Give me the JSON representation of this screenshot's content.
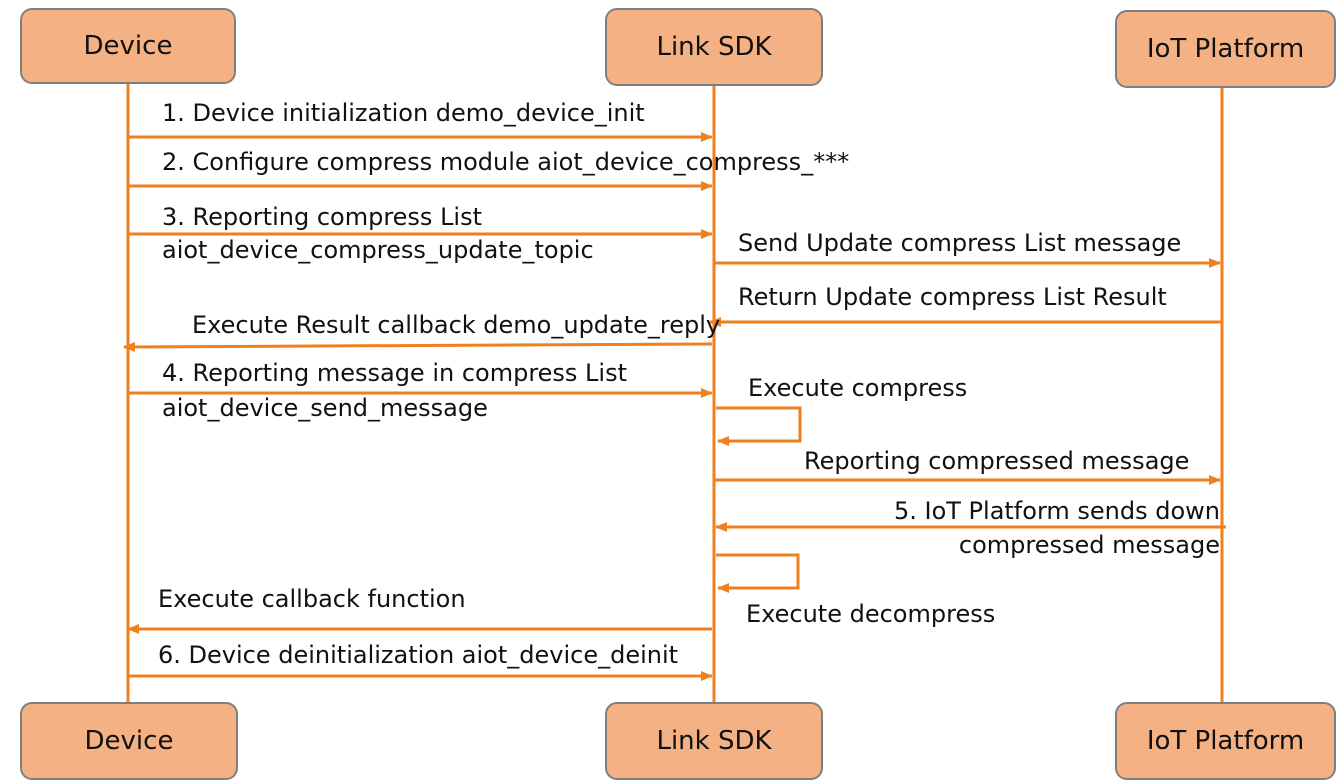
{
  "participants": {
    "device": "Device",
    "sdk": "Link SDK",
    "platform": "IoT Platform"
  },
  "messages": {
    "m1": "1. Device initialization demo_device_init",
    "m2": "2. Configure compress module aiot_device_compress_***",
    "m3_line1": "3. Reporting compress List",
    "m3_line2": "aiot_device_compress_update_topic",
    "m_send_update": "Send Update compress List message",
    "m_return_update": "Return Update compress List Result",
    "m_exec_result_cb": "Execute Result callback demo_update_reply",
    "m4_line1": "4. Reporting message in compress List",
    "m4_line2": "aiot_device_send_message",
    "m_exec_compress": "Execute compress",
    "m_report_compressed": "Reporting compressed message",
    "m5_line1": "5. IoT Platform sends down",
    "m5_line2": "compressed message",
    "m_exec_callback": "Execute callback function",
    "m_exec_decompress": "Execute decompress",
    "m6": "6. Device deinitialization aiot_device_deinit"
  },
  "colors": {
    "line": "#f07f1e",
    "box_fill": "#f4b183",
    "box_border": "#7f7f7f"
  }
}
